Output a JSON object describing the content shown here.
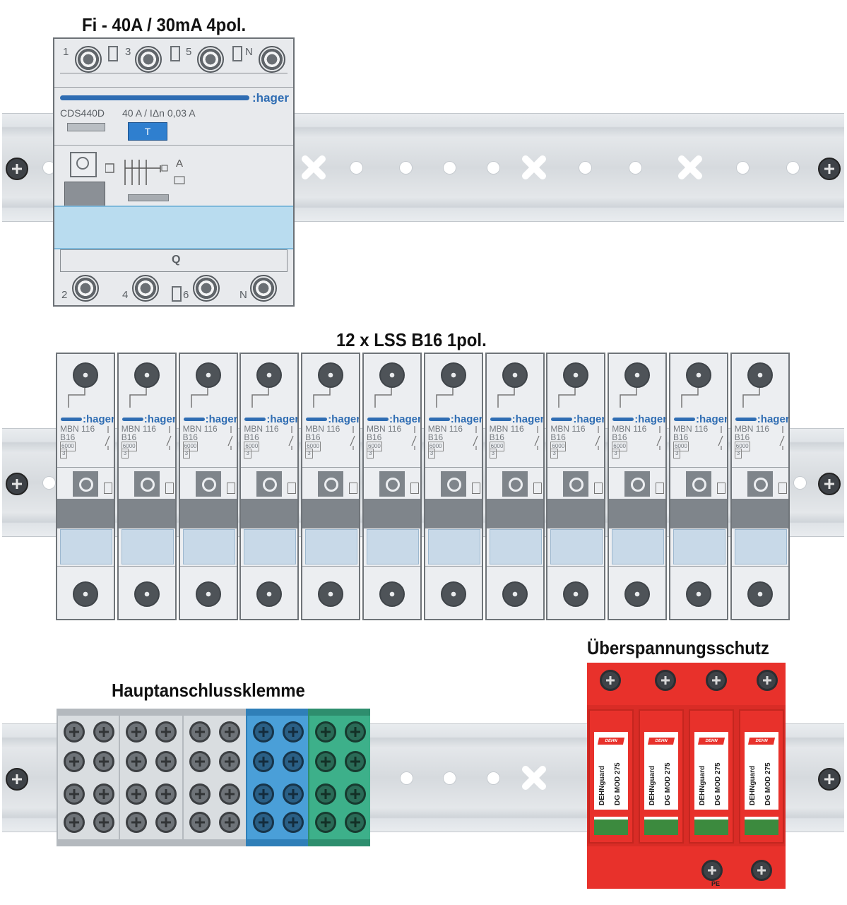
{
  "titles": {
    "rcd": "Fi - 40A / 30mA 4pol.",
    "mcb": "12 x LSS B16 1pol.",
    "terminal": "Hauptanschlussklemme",
    "spd": "Überspannungsschutz"
  },
  "rcd": {
    "brand": ":hager",
    "model": "CDS440D",
    "rating": "40 A / IΔn 0,03 A",
    "test_button": "T",
    "q_label": "Q",
    "top_terminals": [
      "1",
      "3",
      "5",
      "N"
    ],
    "bottom_terminals": [
      "2",
      "4",
      "6",
      "N"
    ],
    "schematic_a": "A"
  },
  "mcb": {
    "count": 12,
    "brand": ":hager",
    "model": "MBN 116",
    "rating": "B16",
    "rating_small": "6000",
    "class": "3"
  },
  "spd": {
    "modules": [
      {
        "line1": "DEHNguard",
        "line2": "DG MOD 275",
        "logo": "DEHN"
      },
      {
        "line1": "DEHNguard",
        "line2": "DG MOD 275",
        "logo": "DEHN"
      },
      {
        "line1": "DEHNguard",
        "line2": "DG MOD 275",
        "logo": "DEHN"
      },
      {
        "line1": "DEHNguard",
        "line2": "DG MOD 275",
        "logo": "DEHN"
      }
    ],
    "pe_label": "PE"
  },
  "colors": {
    "hager_blue": "#2f6db3",
    "terminal_gray": "#d9dde0",
    "terminal_blue": "#4a9fd8",
    "terminal_green": "#3db08a",
    "spd_red": "#e8312b"
  }
}
